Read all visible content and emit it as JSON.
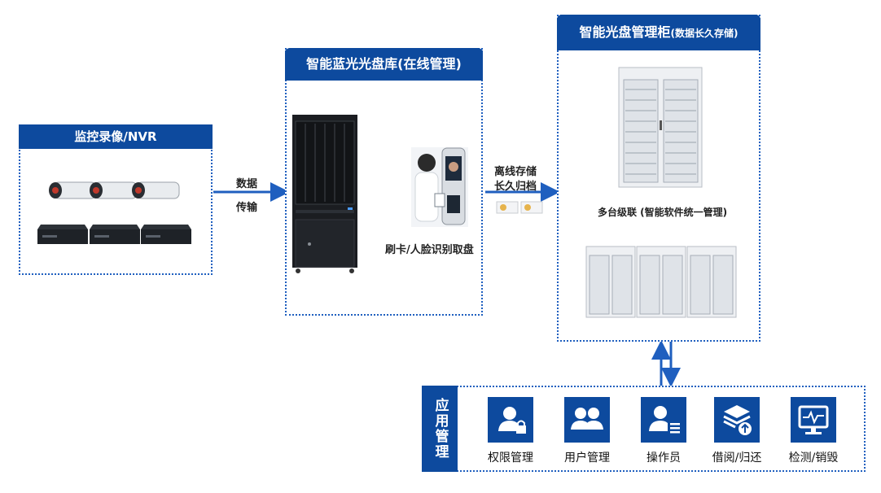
{
  "nvr": {
    "title": "监控录像/NVR"
  },
  "transfer": {
    "line1": "数据",
    "line2": "传输"
  },
  "library": {
    "title": "智能蓝光光盘库(在线管理)",
    "card_label": "刷卡/人脸识别取盘"
  },
  "offline": {
    "line1": "离线存储",
    "line2": "长久归档"
  },
  "cabinet": {
    "title": "智能光盘管理柜",
    "title_sub": "(数据长久存储)",
    "cascade_label": "多台级联 (智能软件统一管理)"
  },
  "apps": {
    "side_label": "应用管理",
    "items": [
      {
        "label": "权限管理",
        "icon": "user-lock-icon"
      },
      {
        "label": "用户管理",
        "icon": "users-icon"
      },
      {
        "label": "操作员",
        "icon": "operator-icon"
      },
      {
        "label": "借阅/归还",
        "icon": "layers-upload-icon"
      },
      {
        "label": "检测/销毁",
        "icon": "monitor-pulse-icon"
      }
    ]
  },
  "colors": {
    "primary": "#0d4a9e",
    "border": "#1f5fbf",
    "arrow": "#1f5fbf"
  }
}
